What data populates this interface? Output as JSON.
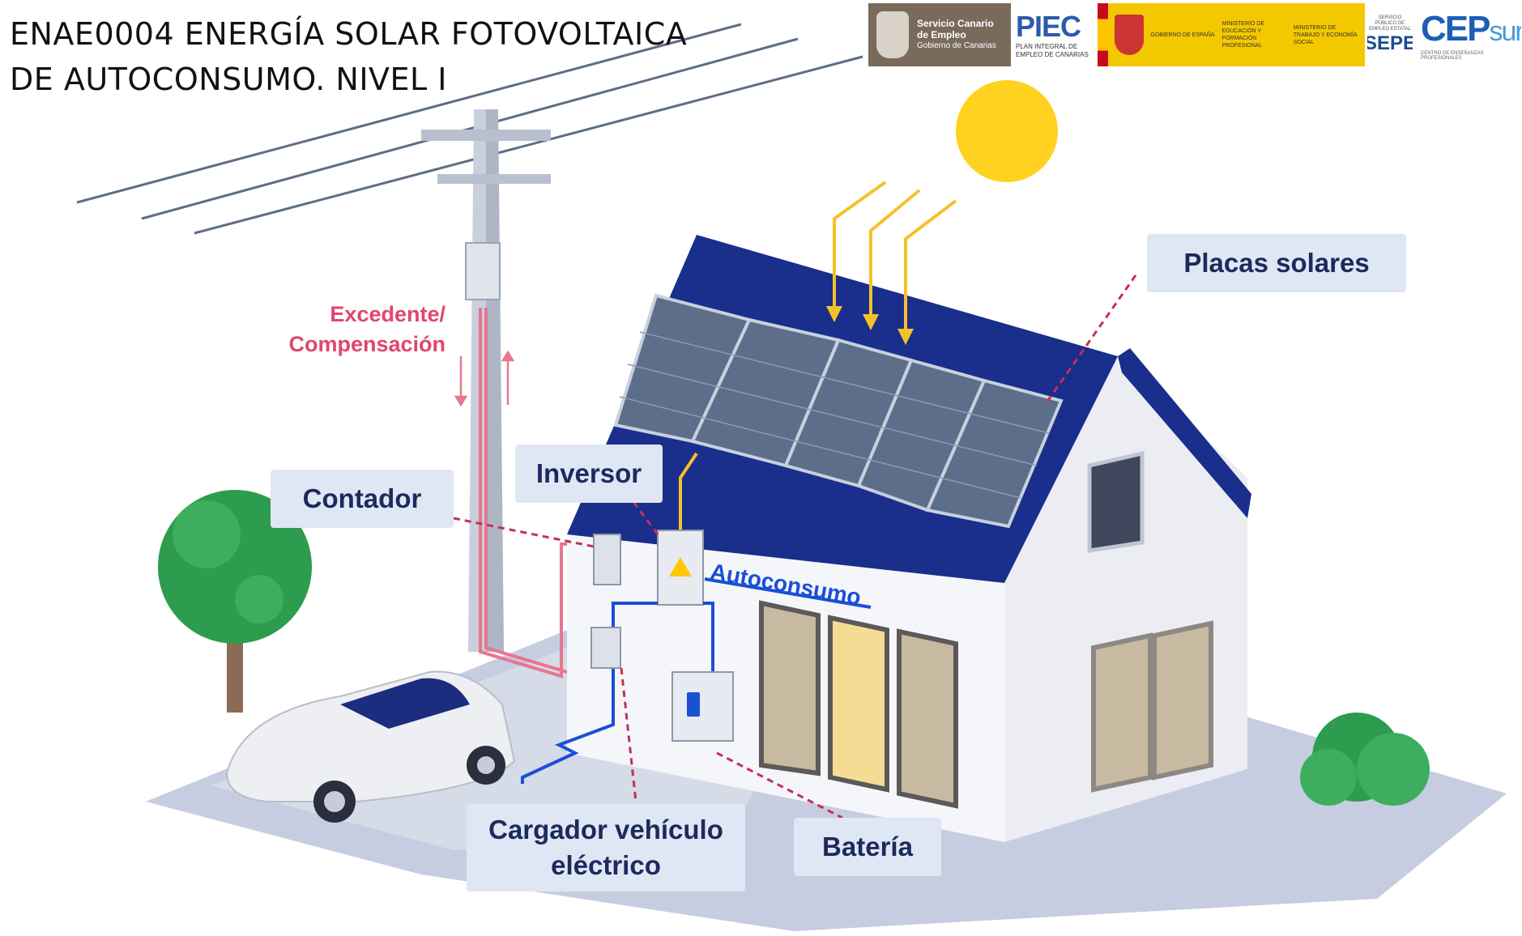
{
  "title": {
    "line1": "ENAE0004 ENERGÍA SOLAR FOTOVOLTAICA",
    "line2": "DE AUTOCONSUMO. NIVEL I"
  },
  "logos": {
    "sce": [
      "Servicio Canario",
      "de Empleo",
      "Gobierno de Canarias"
    ],
    "piec_big": "PIEC",
    "piec_small": "PLAN INTEGRAL DE EMPLEO DE CANARIAS",
    "gob_es": "GOBIERNO DE ESPAÑA",
    "min_edu": "MINISTERIO DE EDUCACIÓN Y FORMACIÓN PROFESIONAL",
    "min_trab": "MINISTERIO DE TRABAJO Y ECONOMÍA SOCIAL",
    "sepe_small": "SERVICIO PÚBLICO DE EMPLEO ESTATAL",
    "sepe": "SEPE",
    "cep_big": "CEP",
    "cep_sur": "sur",
    "cep_small": "CENTRO DE ENSEÑANZAS PROFESIONALES"
  },
  "labels": {
    "placas": "Placas solares",
    "inversor": "Inversor",
    "contador": "Contador",
    "autoconsumo": "Autoconsumo",
    "excedente_line1": "Excedente/",
    "excedente_line2": "Compensación",
    "cargador_line1": "Cargador vehículo",
    "cargador_line2": "eléctrico",
    "bateria": "Batería"
  },
  "colors": {
    "roof": "#1a2e8c",
    "sun": "#ffd21f",
    "panel": "#5d6e8a",
    "wire_yellow": "#f5c12a",
    "wire_blue": "#1a4fd6",
    "wire_pink": "#e8768f",
    "label_bg": "#dfe6f4",
    "label_text": "#1c2a5c",
    "excedente": "#e0466f",
    "tree": "#2e9c4e"
  }
}
